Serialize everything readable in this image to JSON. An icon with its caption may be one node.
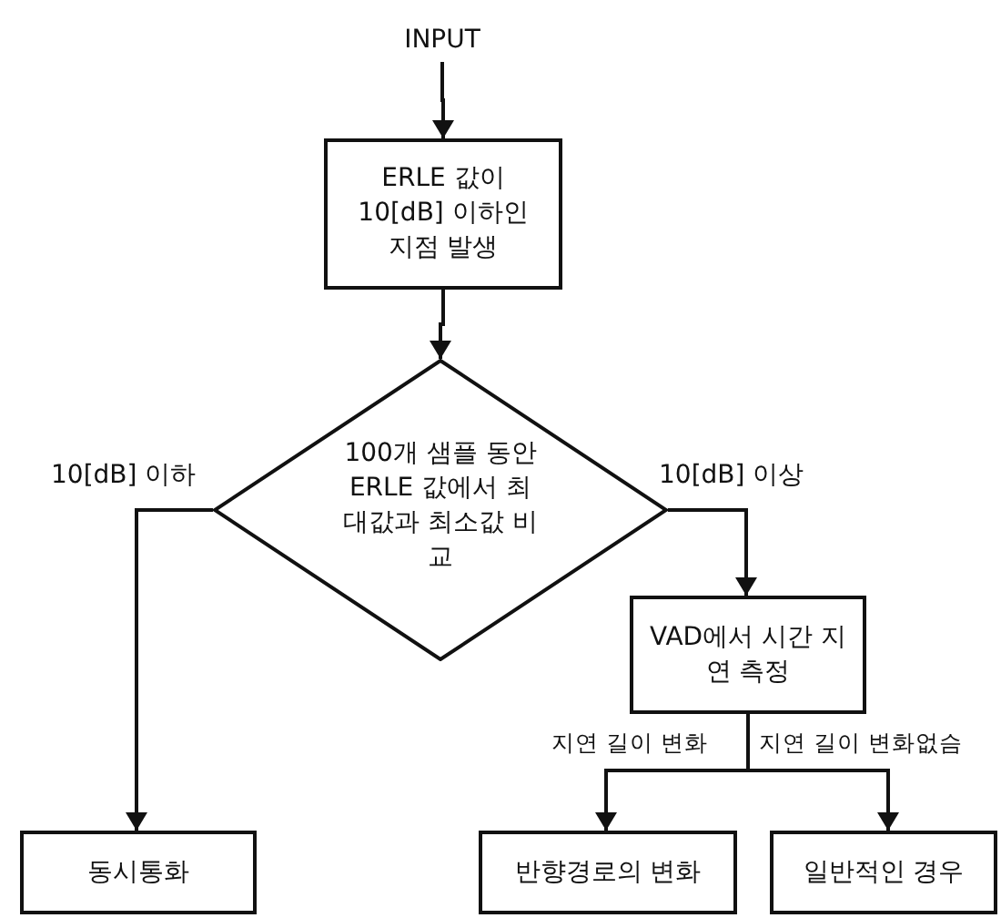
{
  "diagram": {
    "nodes": [
      {
        "text": [
          "INPUT"
        ]
      },
      {
        "text": [
          "ERLE 값이 10[dB] 이하인 지점 발생"
        ]
      },
      {
        "text": [
          "100개 샘플 동안 ERLE 값에서 최대값과 최소값 비교"
        ]
      },
      {
        "text": [
          "VAD에서 시간 지연 측정"
        ]
      },
      {
        "text": [
          "동시통화"
        ]
      },
      {
        "text": [
          "반향경로의 변화"
        ]
      },
      {
        "text": [
          "일반적인 경우"
        ]
      }
    ],
    "edges": [
      {
        "from": 0,
        "to": 1,
        "arrow": "to"
      },
      {
        "from": 1,
        "to": 2,
        "arrow": "to"
      },
      {
        "from": 2,
        "to": 4,
        "arrow": "to",
        "label": "10[dB] 이하"
      },
      {
        "from": 2,
        "to": 3,
        "arrow": "to",
        "label": "10[dB] 이상"
      },
      {
        "from": 3,
        "to": 5,
        "arrow": "to",
        "label": "지연 길이 변화"
      },
      {
        "from": 3,
        "to": 6,
        "arrow": "to",
        "label": "지연 길이 변화없슴"
      }
    ]
  }
}
